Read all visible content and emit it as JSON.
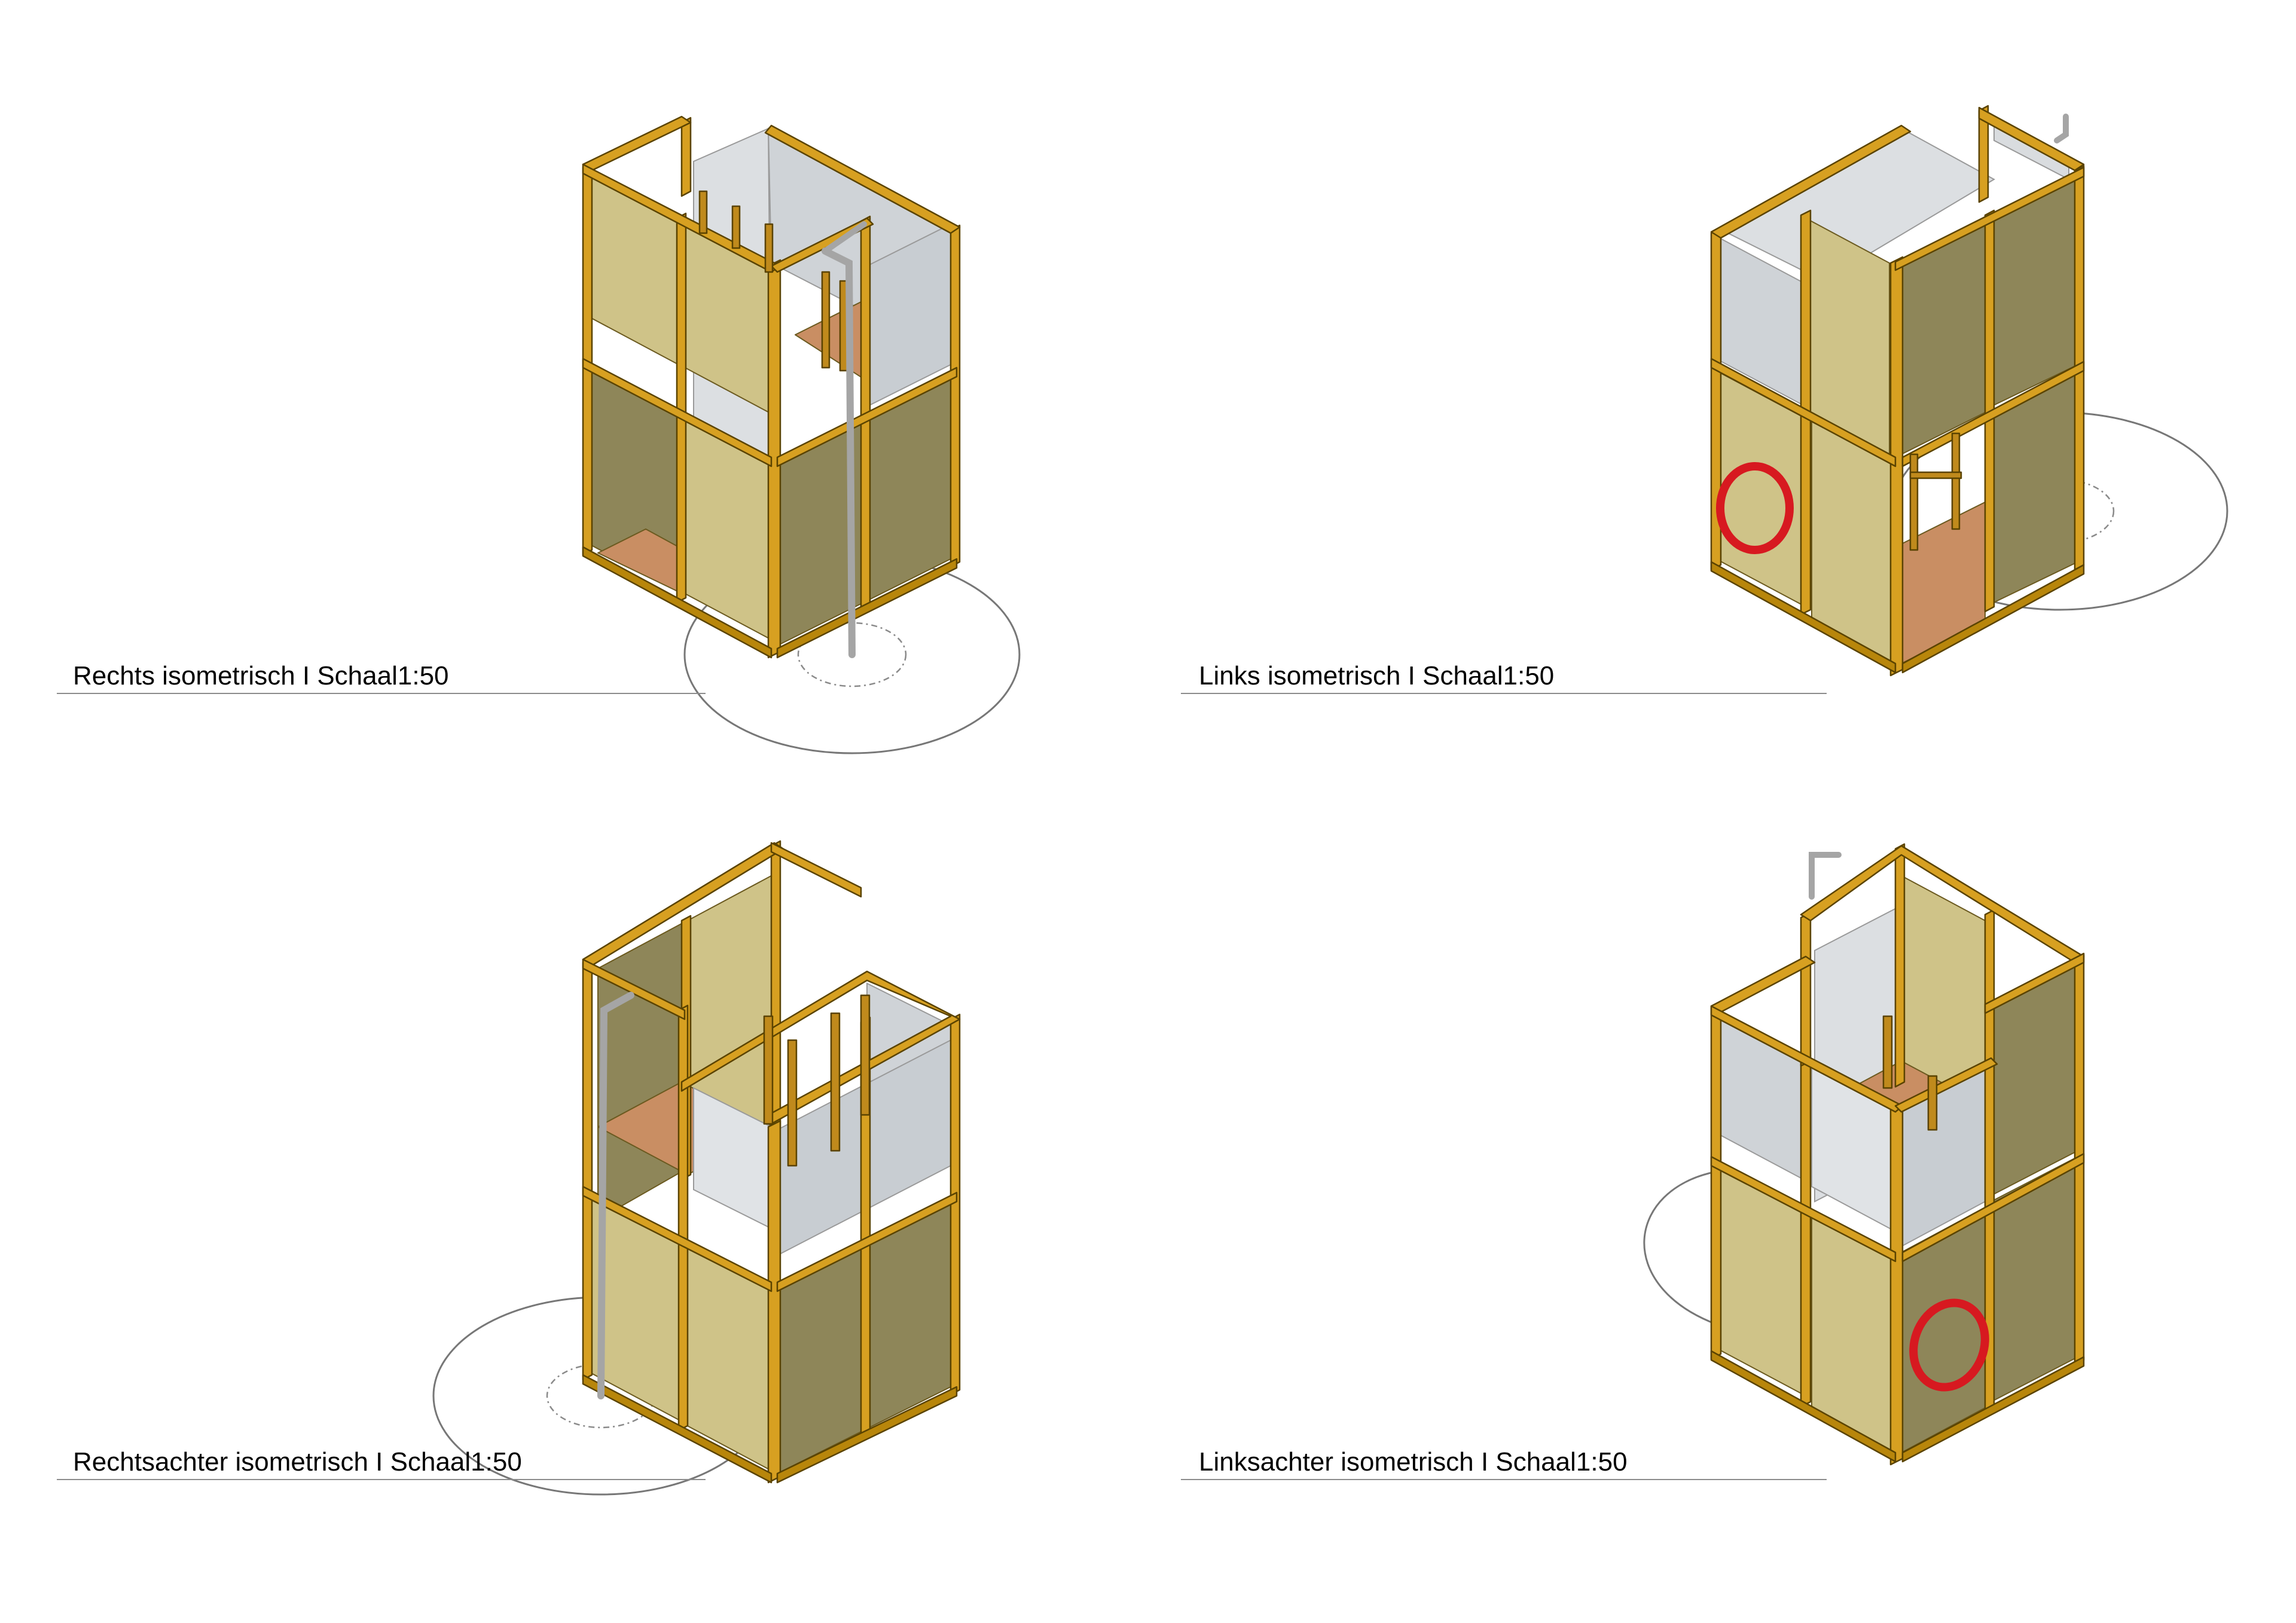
{
  "views": [
    {
      "id": "rechts",
      "label": "Rechts isometrisch I Schaal1:50"
    },
    {
      "id": "links",
      "label": "Links isometrisch I Schaal1:50"
    },
    {
      "id": "rechtsachter",
      "label": "Rechtsachter isometrisch I Schaal1:50"
    },
    {
      "id": "linksachter",
      "label": "Linksachter isometrisch I Schaal1:50"
    }
  ],
  "colors": {
    "frame": "#d7a021",
    "frame_side": "#b8860b",
    "panel_light": "#cfc388",
    "panel_dark": "#8e8659",
    "floor": "#c98e63",
    "glass": "#d5d8dc",
    "ring": "#d71920",
    "pole": "#a5a5a5"
  }
}
